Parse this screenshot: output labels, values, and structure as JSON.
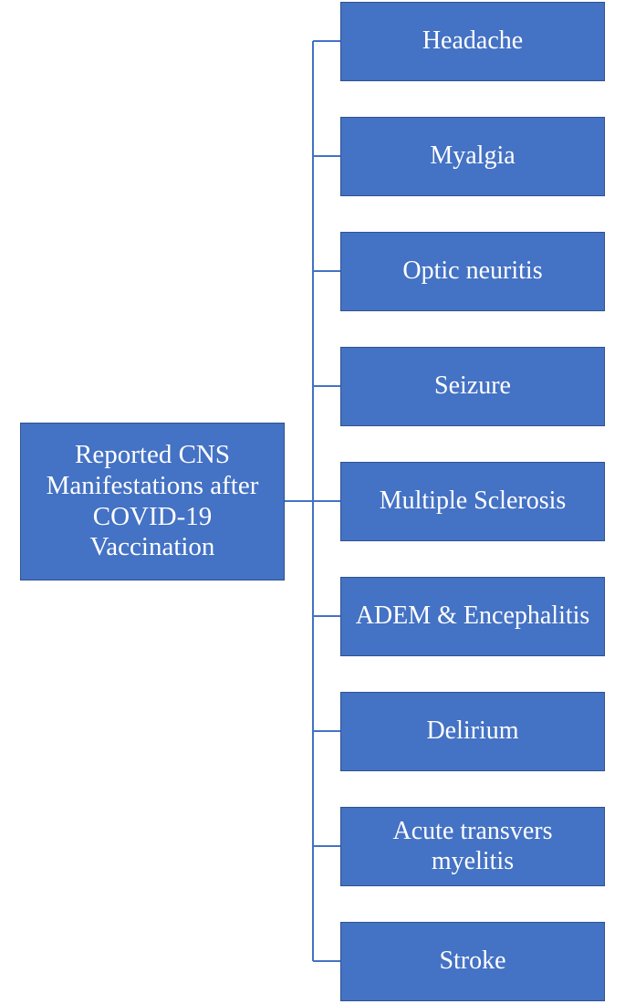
{
  "root": {
    "label": "Reported CNS Manifestations after COVID-19 Vaccination"
  },
  "branches": [
    {
      "label": "Headache"
    },
    {
      "label": "Myalgia"
    },
    {
      "label": "Optic neuritis"
    },
    {
      "label": "Seizure"
    },
    {
      "label": "Multiple Sclerosis"
    },
    {
      "label": "ADEM & Encephalitis"
    },
    {
      "label": "Delirium"
    },
    {
      "label": "Acute transvers myelitis"
    },
    {
      "label": "Stroke"
    }
  ],
  "colors": {
    "box_fill": "#4472C4",
    "box_border": "#2F528F",
    "connector": "#4472C4",
    "text": "#FFFFFF"
  }
}
